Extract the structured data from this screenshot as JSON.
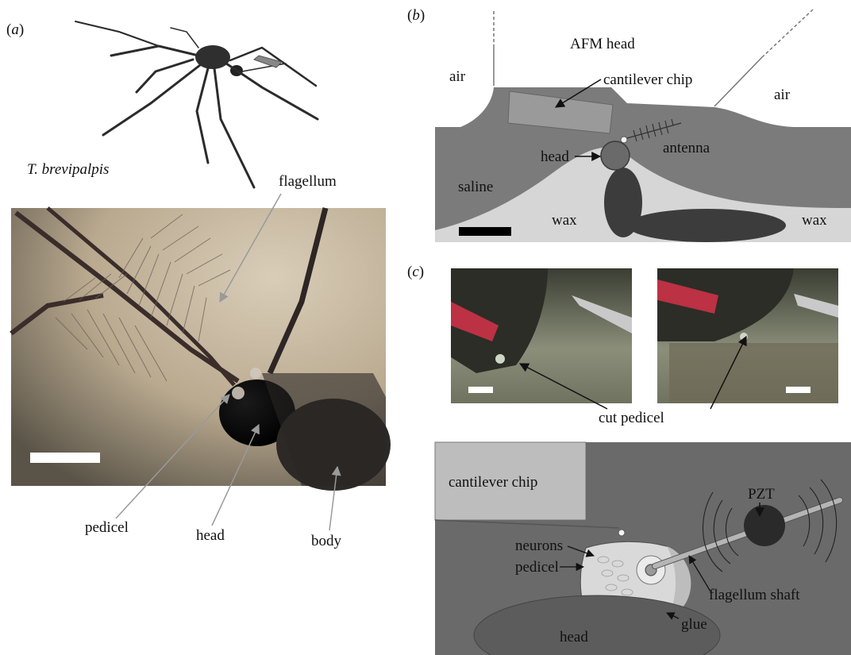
{
  "panels": {
    "a": {
      "label_open": "(",
      "label_letter": "a",
      "label_close": ")",
      "species": "T. brevipalpis",
      "labels": {
        "flagellum": "flagellum",
        "pedicel": "pedicel",
        "head": "head",
        "body": "body"
      }
    },
    "b": {
      "label_open": "(",
      "label_letter": "b",
      "label_close": ")",
      "labels": {
        "afm_head": "AFM head",
        "air_left": "air",
        "air_right": "air",
        "cantilever_chip": "cantilever chip",
        "head": "head",
        "antenna": "antenna",
        "saline": "saline",
        "wax_left": "wax",
        "wax_right": "wax"
      }
    },
    "c": {
      "label_open": "(",
      "label_letter": "c",
      "label_close": ")",
      "labels": {
        "cut_pedicel": "cut pedicel",
        "cantilever_chip": "cantilever chip",
        "pzt": "PZT",
        "neurons": "neurons",
        "pedicel": "pedicel",
        "flagellum_shaft": "flagellum shaft",
        "glue": "glue",
        "head": "head"
      }
    }
  },
  "colors": {
    "saline": "#7b7b7b",
    "wax": "#d6d6d6",
    "chip": "#9a9a9a",
    "mosquito_dark": "#3c3c3c",
    "pzt": "#2a2a2a"
  }
}
